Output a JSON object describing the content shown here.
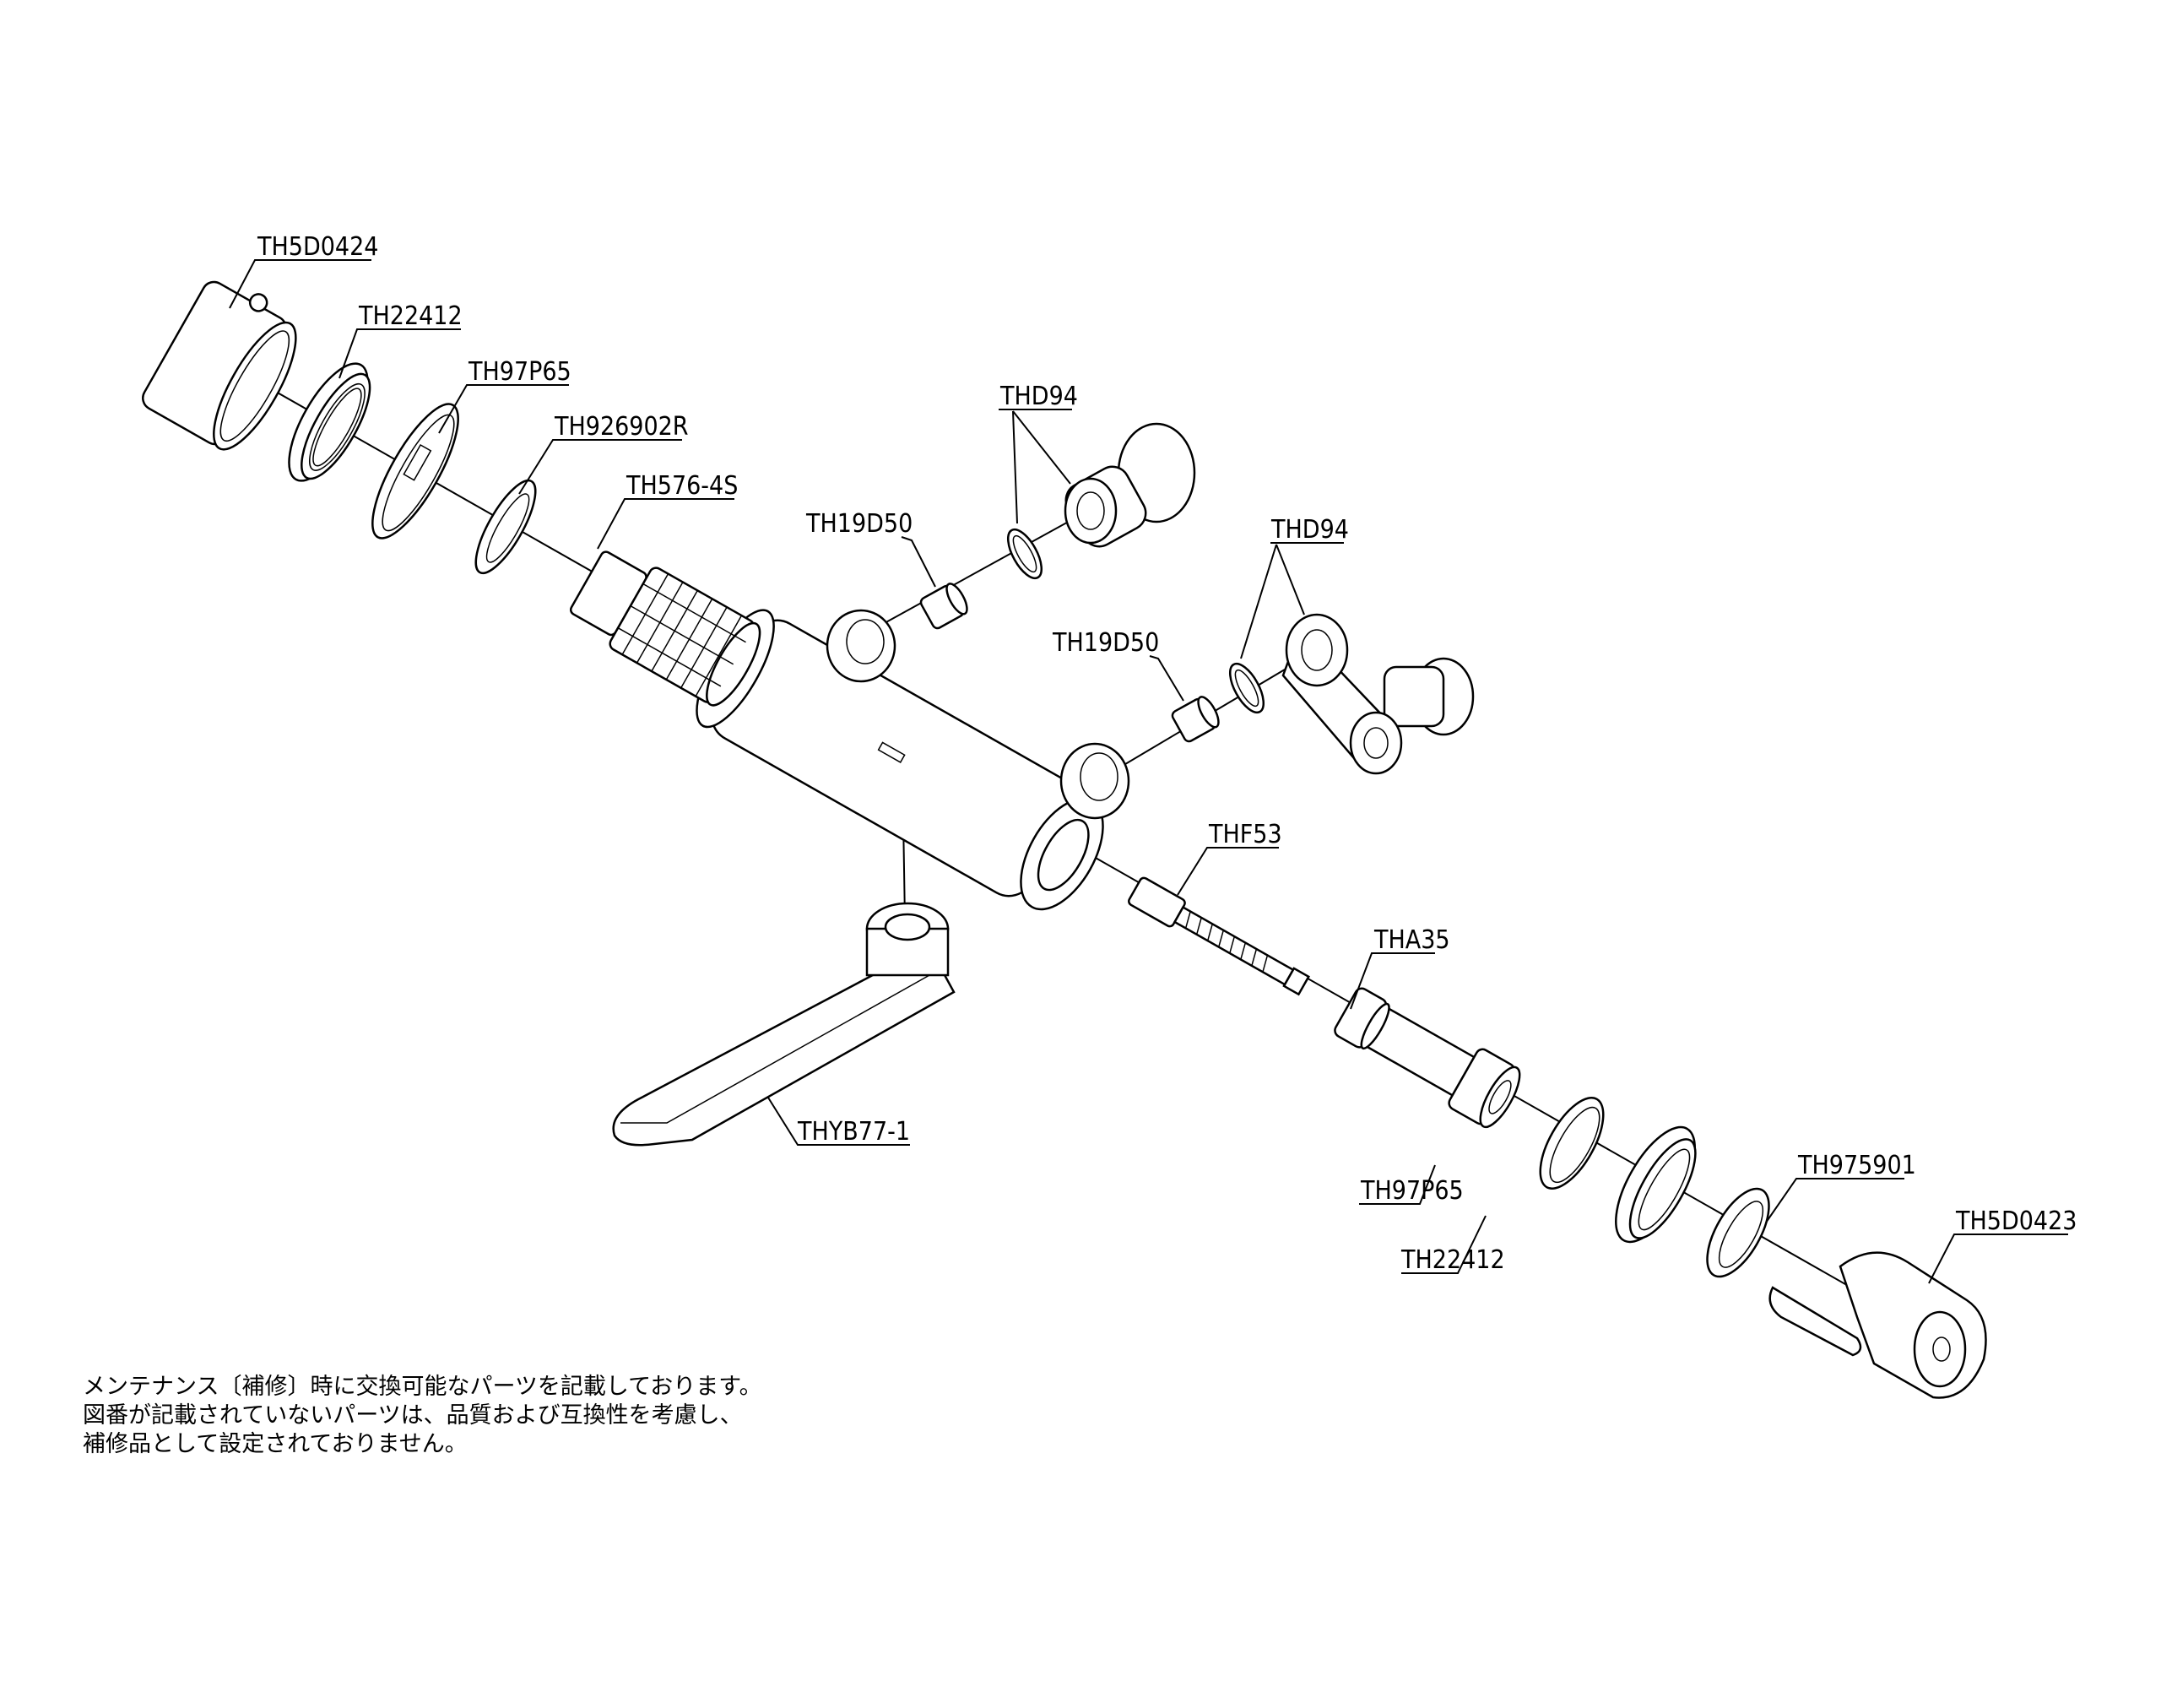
{
  "labels": {
    "cap_left": "TH5D0424",
    "nut_left": "TH22412",
    "ring_left": "TH97P65",
    "stopper": "TH926902R",
    "cartridge": "TH576-4S",
    "packing_upper": "THD94",
    "strainer_upper": "TH19D50",
    "packing_lower": "THD94",
    "strainer_lower": "TH19D50",
    "spindle": "THF53",
    "switch_valve": "THA35",
    "spout": "THYB77-1",
    "ring_right": "TH97P65",
    "nut_right": "TH22412",
    "stopper_right": "TH975901",
    "handle_right": "TH5D0423"
  },
  "note": [
    "メンテナンス〔補修〕時に交換可能なパーツを記載しております。",
    "図番が記載されていないパーツは、品質および互換性を考慮し、",
    "補修品として設定されておりません。"
  ]
}
